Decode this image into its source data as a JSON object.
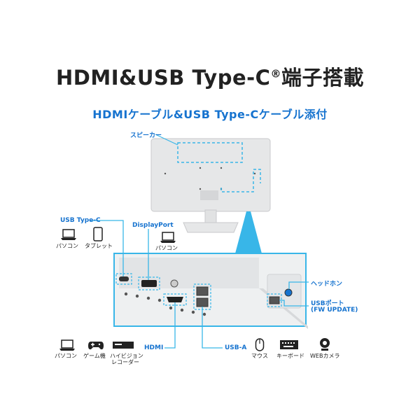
{
  "title": {
    "main": "HDMI&USB Type-C",
    "reg": "®",
    "suffix": "端子搭載"
  },
  "subtitle": "HDMIケーブル&USB Type-Cケーブル添付",
  "labels": {
    "speaker": "スピーカー",
    "usb_type_c": "USB Type-C",
    "displayport": "DisplayPort",
    "hdmi": "HDMI",
    "usb_a": "USB-A",
    "headphone": "ヘッドホン",
    "usb_port": "USBポート",
    "fw_update": "(FW UPDATE)"
  },
  "devices": {
    "typec_pc": "パソコン",
    "typec_tablet": "タブレット",
    "dp_pc": "パソコン",
    "hdmi_pc": "パソコン",
    "hdmi_game": "ゲーム機",
    "hdmi_recorder_1": "ハイビジョン",
    "hdmi_recorder_2": "レコーダー",
    "usba_mouse": "マウス",
    "usba_keyboard": "キーボード",
    "usba_webcam": "WEBカメラ"
  },
  "colors": {
    "accent": "#1673cf",
    "highlight": "#38b6e8",
    "monitor": "#e6e7e8"
  }
}
